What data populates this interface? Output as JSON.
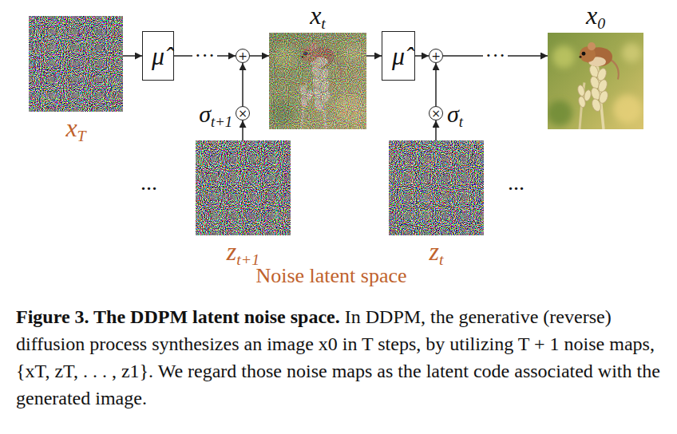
{
  "diagram": {
    "caption": "Figure 3. The DDPM latent noise space. In DDPM, the generative (reverse) diffusion process synthesizes an image x0 in T steps, by utilizing T + 1 noise maps, {xT, zT, . . . , z1}. We regard those noise maps as the latent code associated with the generated image.",
    "nodes": [
      {
        "text": [
          "Noise latent space"
        ]
      },
      {
        "text": [
          "xT"
        ],
        "in": 0
      },
      {
        "text": [
          "μ̂"
        ]
      },
      {
        "text": [
          "+"
        ]
      },
      {
        "text": [
          "xt"
        ]
      },
      {
        "text": [
          "×"
        ]
      },
      {
        "text": [
          "zt+1"
        ],
        "in": 0
      },
      {
        "text": [
          "μ̂"
        ]
      },
      {
        "text": [
          "+"
        ]
      },
      {
        "text": [
          "x0"
        ]
      },
      {
        "text": [
          "×"
        ]
      },
      {
        "text": [
          "zt"
        ],
        "in": 0
      }
    ],
    "edges": [
      {
        "from": 1,
        "to": 2,
        "arrow": "to"
      },
      {
        "from": 2,
        "to": 3,
        "arrow": "to",
        "label": "···"
      },
      {
        "from": 3,
        "to": 4,
        "arrow": "to"
      },
      {
        "from": 6,
        "to": 5,
        "arrow": "to"
      },
      {
        "from": 5,
        "to": 3,
        "arrow": "to"
      },
      {
        "from": 4,
        "to": 7,
        "arrow": "to"
      },
      {
        "from": 7,
        "to": 8,
        "arrow": "to"
      },
      {
        "from": 11,
        "to": 10,
        "arrow": "to"
      },
      {
        "from": 10,
        "to": 8,
        "arrow": "to"
      },
      {
        "from": 8,
        "to": 9,
        "arrow": "to",
        "label": "···"
      }
    ],
    "labels": [
      "σt+1",
      "σt",
      "...",
      "..."
    ]
  }
}
